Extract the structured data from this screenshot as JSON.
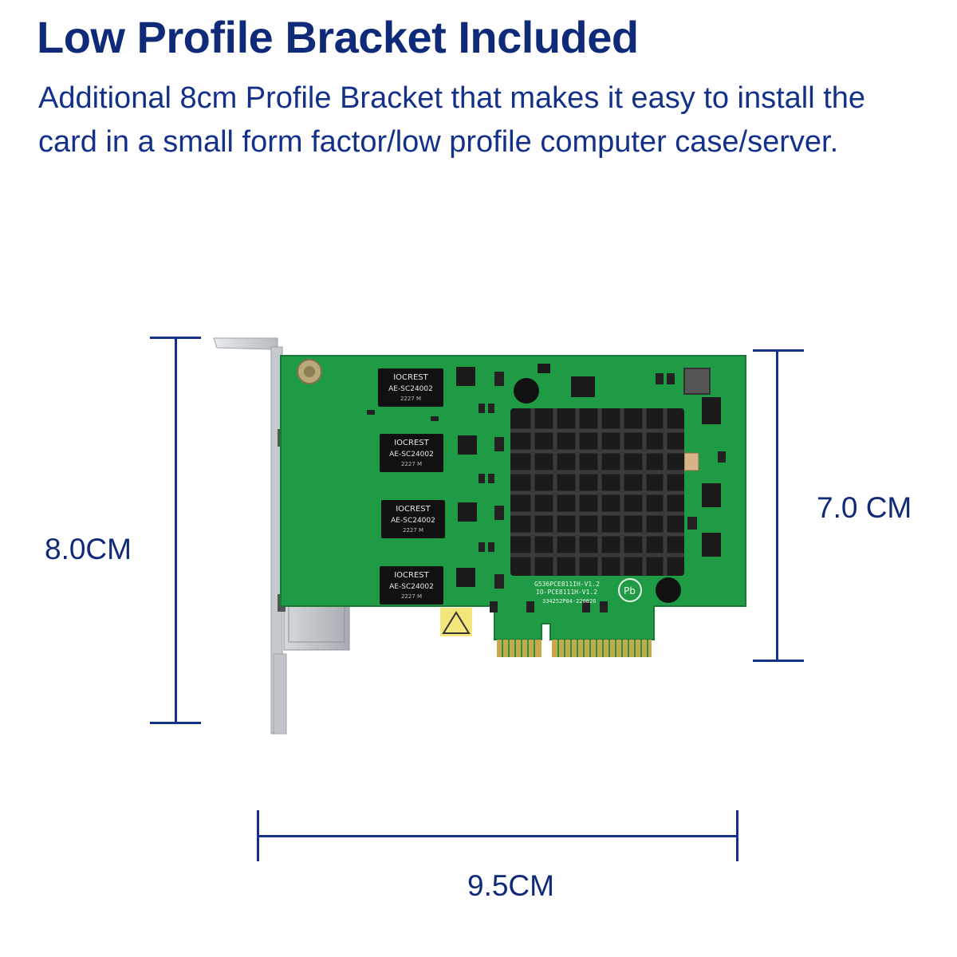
{
  "heading": "Low Profile Bracket Included",
  "description": "Additional 8cm Profile Bracket that makes it easy to install the card in a small form factor/low profile computer case/server.",
  "dimensions": {
    "height_left": "8.0CM",
    "height_right": "7.0 CM",
    "width_bottom": "9.5CM"
  },
  "chip_labels": {
    "brand": "IOCREST",
    "model": "AE-SC24002",
    "code": "2227 M"
  },
  "board_text": {
    "line1": "G536PCE811IH-V1.2",
    "line2": "IO-PCE8111H-V1.2",
    "line3": "334252P84-220826",
    "pb": "Pb"
  },
  "colors": {
    "text": "#0f2a78",
    "pcb": "#1f9a45",
    "heatsink": "#1b1b1b",
    "bracket": "#c9ccd0",
    "gold": "#c9a74a"
  }
}
